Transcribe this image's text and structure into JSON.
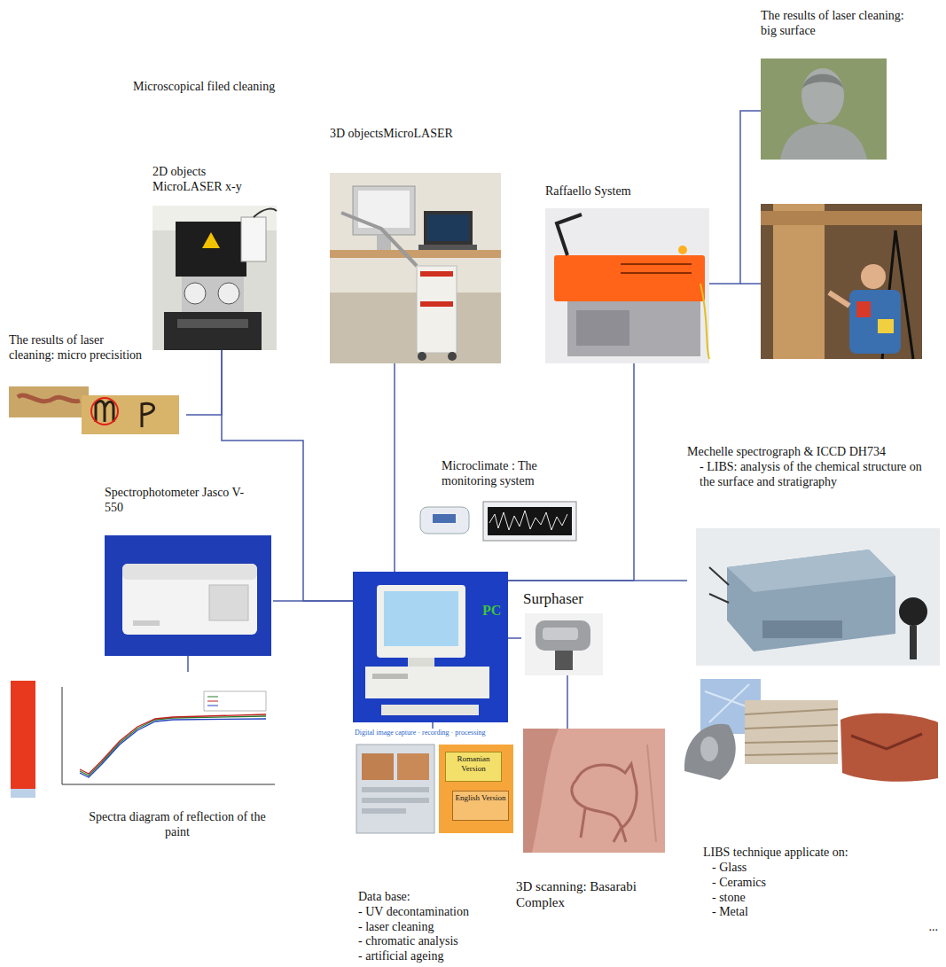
{
  "diagram": {
    "nodes": [
      {
        "text": [
          "3D objectsMicroLASER"
        ]
      },
      {
        "text": [
          "2D objects MicroLASER x-y"
        ]
      },
      {
        "text": [
          "Raffaello System"
        ]
      },
      {
        "text": [
          "The results of laser cleaning: big surface"
        ]
      },
      {
        "text": [
          "The results of laser cleaning: micro precisition"
        ]
      },
      {
        "text": [
          "Microclimate : The monitoring system"
        ]
      },
      {
        "text": [
          "Spectrophotometer Jasco V-550"
        ]
      },
      {
        "text": [
          "PC"
        ]
      },
      {
        "text": [
          "Mechelle spectrograph & ICCD DH734",
          "- LIBS: analysis of the chemical structure on the surface and stratigraphy"
        ]
      },
      {
        "text": [
          "Surphaser"
        ]
      },
      {
        "text": [
          "Spectra diagram of reflection of the paint"
        ]
      },
      {
        "text": [
          "Digital image capture · recording · processing",
          "Data base:",
          "- UV decontamination",
          "- laser cleaning",
          "- chromatic analysis",
          "- artificial ageing"
        ]
      },
      {
        "text": [
          "Romanian Version"
        ],
        "in": 11
      },
      {
        "text": [
          "English Version"
        ],
        "in": 11
      },
      {
        "text": [
          "3D scanning: Basarabi Complex"
        ]
      },
      {
        "text": [
          "LIBS technique applicate on:",
          "- Glass",
          "- Ceramics",
          "- stone",
          "- Metal",
          "..."
        ]
      }
    ],
    "edges": [
      {
        "from": 1,
        "to": 7,
        "arrow": "none"
      },
      {
        "from": 0,
        "to": 7,
        "arrow": "none"
      },
      {
        "from": 2,
        "to": 7,
        "arrow": "none"
      },
      {
        "from": 6,
        "to": 7,
        "arrow": "none"
      },
      {
        "from": 7,
        "to": 8,
        "arrow": "none"
      },
      {
        "from": 7,
        "to": 9,
        "arrow": "none"
      },
      {
        "from": 7,
        "to": 11,
        "arrow": "none"
      },
      {
        "from": 4,
        "to": 1,
        "arrow": "none"
      },
      {
        "from": 2,
        "to": 3,
        "arrow": "none"
      },
      {
        "from": 6,
        "to": 10,
        "arrow": "none"
      },
      {
        "from": 9,
        "to": 14,
        "arrow": "none"
      }
    ],
    "labels": [
      "Microscopical filed cleaning"
    ]
  }
}
